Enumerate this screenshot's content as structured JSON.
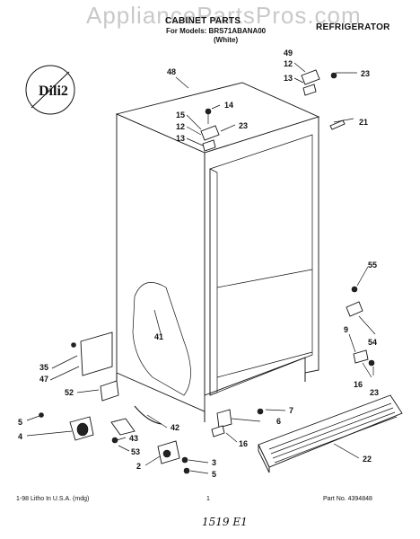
{
  "watermark": "AppliancePartsPros.com",
  "header": {
    "title": "CABINET PARTS",
    "models": "For Models: BRS71ABANA00",
    "color": "(White)",
    "product": "REFRIGERATOR"
  },
  "badge": {
    "text": "Dili2"
  },
  "callouts": [
    "48",
    "14",
    "15",
    "12",
    "13",
    "23",
    "49",
    "12",
    "13",
    "23",
    "21",
    "55",
    "54",
    "9",
    "16",
    "23",
    "7",
    "6",
    "16",
    "22",
    "41",
    "35",
    "47",
    "52",
    "5",
    "4",
    "43",
    "53",
    "2",
    "3",
    "5",
    "42"
  ],
  "footer": {
    "left": "1-98 Litho In U.S.A. (mdg)",
    "page": "1",
    "part_no": "Part No. 4394848"
  },
  "handwritten": "1519 E1"
}
